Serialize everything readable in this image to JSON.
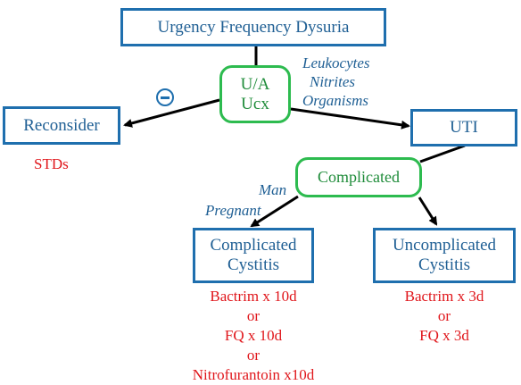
{
  "symptoms": "Urgency Frequency Dysuria",
  "tests": {
    "line1": "U/A",
    "line2": "Ucx"
  },
  "positive_findings": [
    "Leukocytes",
    "Nitrites",
    "Organisms"
  ],
  "negative_symbol": "minus-circle-icon",
  "reconsider": {
    "label": "Reconsider",
    "note": "STDs"
  },
  "uti": "UTI",
  "complicated": "Complicated",
  "complicated_criteria": [
    "Man",
    "Pregnant"
  ],
  "complicated_cystitis": {
    "line1": "Complicated",
    "line2": "Cystitis",
    "treatment": [
      "Bactrim x 10d",
      "or",
      "FQ x 10d",
      "or",
      "Nitrofurantoin x10d"
    ]
  },
  "uncomplicated_cystitis": {
    "line1": "Uncomplicated",
    "line2": "Cystitis",
    "treatment": [
      "Bactrim x 3d",
      "or",
      "FQ x 3d"
    ]
  },
  "colors": {
    "blue": "#1f6fae",
    "green": "#2dbb4f",
    "red": "#e0161b"
  }
}
